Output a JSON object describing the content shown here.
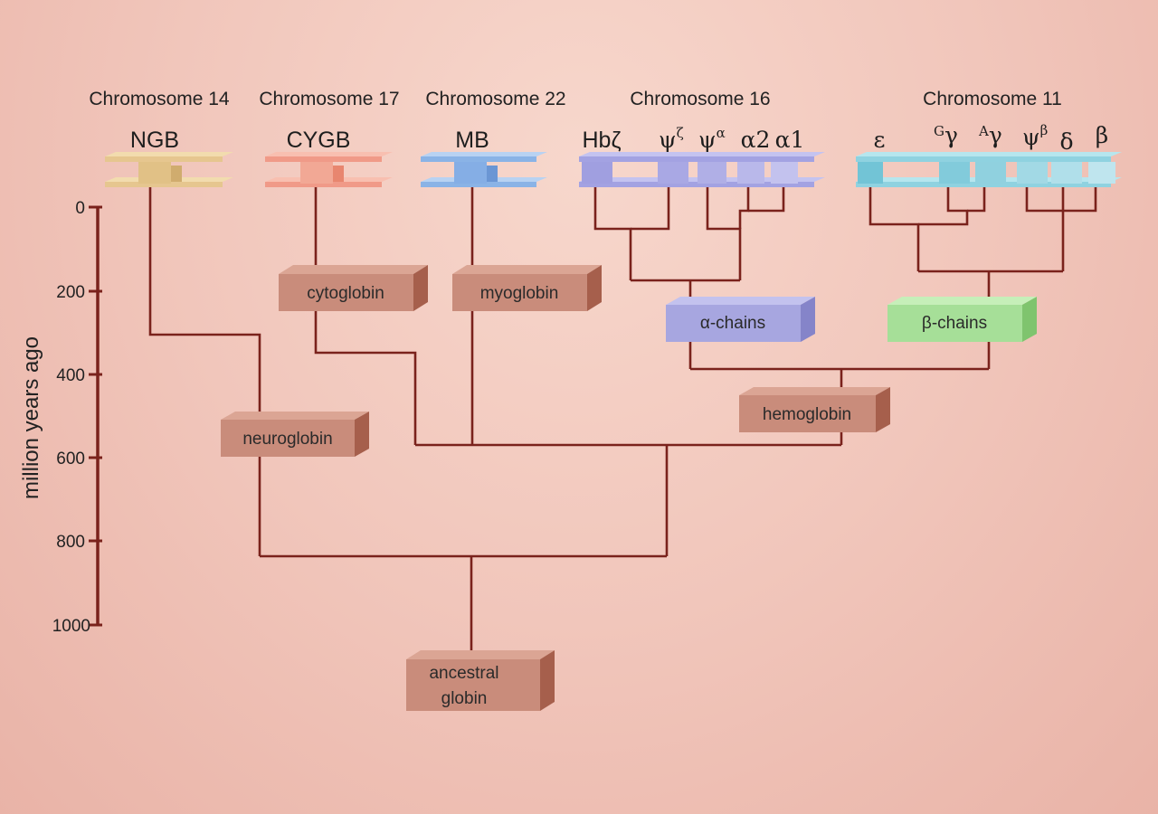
{
  "chromosomes": {
    "chr14": "Chromosome 14",
    "chr17": "Chromosome 17",
    "chr22": "Chromosome 22",
    "chr16": "Chromosome 16",
    "chr11": "Chromosome 11"
  },
  "genes": {
    "ngb": "NGB",
    "cygb": "CYGB",
    "mb": "MB",
    "hbz": "Hbζ",
    "psi_zeta_base": "ψ",
    "psi_zeta_sup": "ζ",
    "psi_alpha_base": "ψ",
    "psi_alpha_sup": "α",
    "alpha2": "α2",
    "alpha1": "α1",
    "epsilon": "ε",
    "g_gamma_sup": "G",
    "g_gamma_base": "γ",
    "a_gamma_sup": "A",
    "a_gamma_base": "γ",
    "psi_beta_base": "ψ",
    "psi_beta_sup": "β",
    "delta": "δ",
    "beta": "β"
  },
  "axis": {
    "label": "million years ago",
    "ticks": [
      "0",
      "200",
      "400",
      "600",
      "800",
      "1000"
    ]
  },
  "nodes": {
    "cytoglobin": "cytoglobin",
    "myoglobin": "myoglobin",
    "alpha_chains": "α-chains",
    "beta_chains": "β-chains",
    "hemoglobin": "hemoglobin",
    "neuroglobin": "neuroglobin",
    "ancestral_1": "ancestral",
    "ancestral_2": "globin"
  },
  "colors": {
    "tree_line": "#7a221c",
    "node_box": "#c98c7b",
    "alpha_box": "#a7a6e0",
    "beta_box": "#a6df98",
    "chr14": "#e9cc93",
    "chr17": "#f1a08e",
    "chr22": "#8fb6e8",
    "chr16": "#a6a5e6",
    "chr11": "#93d7e4"
  }
}
